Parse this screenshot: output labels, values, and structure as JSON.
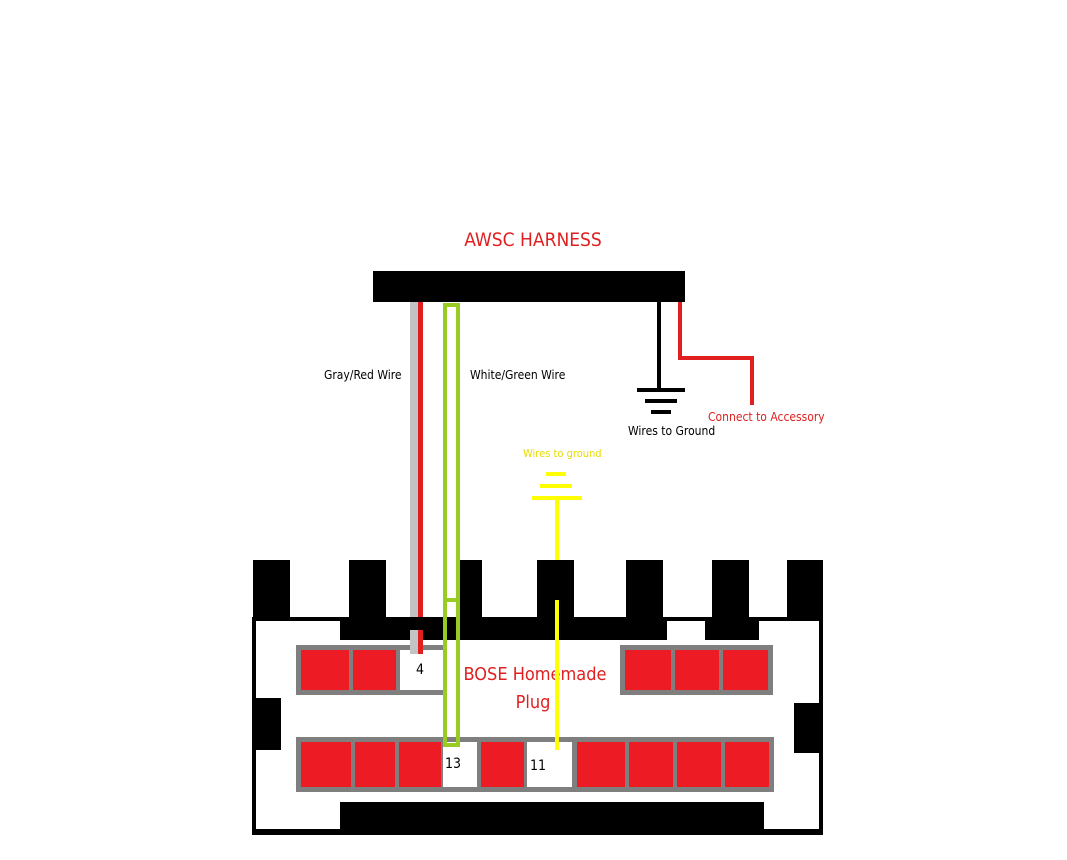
{
  "title": "AWSC HARNESS",
  "labels": {
    "gray_red_wire": "Gray/Red Wire",
    "white_green_wire": "White/Green Wire",
    "wires_to_ground_black": "Wires to Ground",
    "connect_accessory": "Connect to Accessory",
    "wires_to_ground_yellow": "Wires to ground",
    "plug_line1": "BOSE Homemade",
    "plug_line2": "Plug"
  },
  "pins": {
    "pin_a": "4",
    "pin_b": "13",
    "pin_c": "11"
  },
  "colors": {
    "title_red": "#e02020",
    "pin_red": "#ed1c24",
    "gray_wire": "#c3c3c3",
    "green_wire": "#99cc22",
    "yellow_wire": "#ffff00",
    "yellow_text": "#e6dc00",
    "frame": "#000000",
    "pin_border": "#7f7f7f"
  }
}
